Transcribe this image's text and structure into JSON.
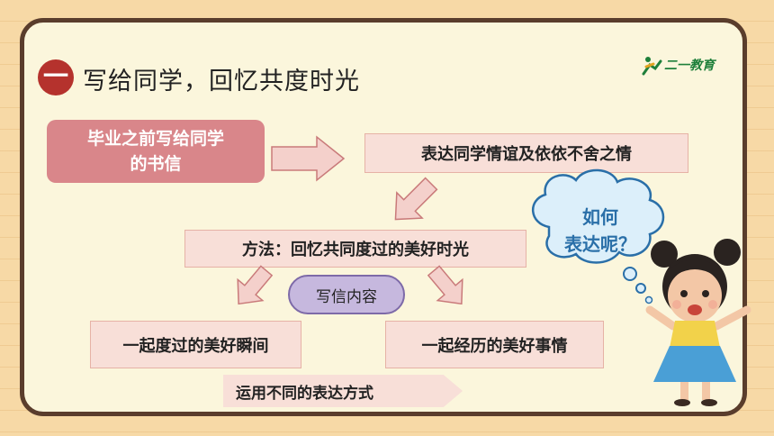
{
  "section": {
    "number": "一",
    "title": "写给同学，回忆共度时光"
  },
  "logo": {
    "text": "二一教育"
  },
  "diagram": {
    "source": [
      "毕业之前写给同学",
      "的书信"
    ],
    "purpose": "表达同学情谊及依依不舍之情",
    "method": "方法：回忆共同度过的美好时光",
    "content_label": "写信内容",
    "left_branch": "一起度过的美好瞬间",
    "right_branch": "一起经历的美好事情",
    "technique": "运用不同的表达方式"
  },
  "bubble": {
    "line1": "如何",
    "line2": "表达呢？"
  },
  "colors": {
    "background": "#f7d9a6",
    "board": "#fbf6dc",
    "frame": "#5a3d2c",
    "badge": "#b5322d",
    "source_box": "#d9868a",
    "light_box": "#f8dfd8",
    "pill": "#c6b8de",
    "bubble_text": "#2a6fa8"
  }
}
